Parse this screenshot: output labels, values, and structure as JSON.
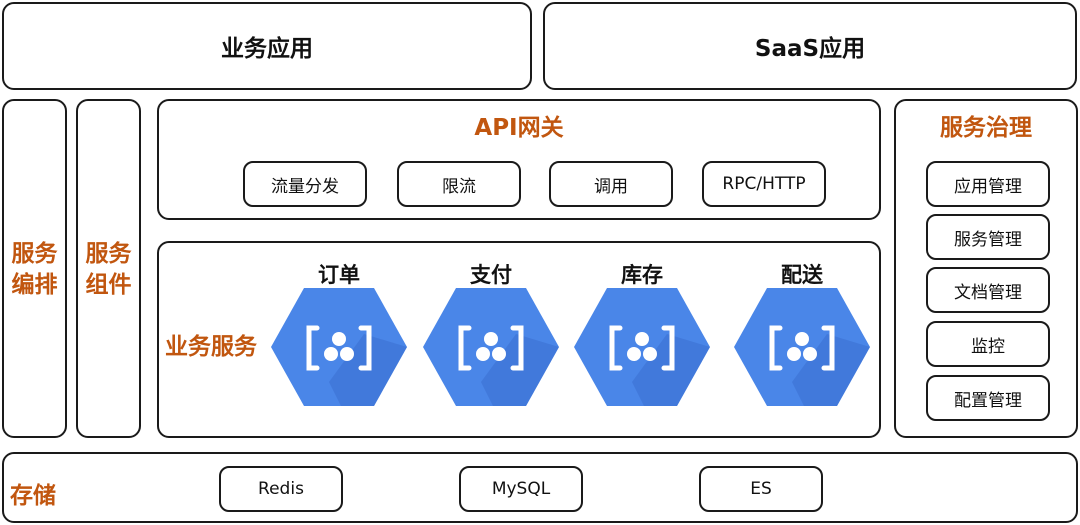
{
  "top": {
    "business_apps": "业务应用",
    "saas_apps": "SaaS应用"
  },
  "left": {
    "orchestration": [
      "服务",
      "编排"
    ],
    "components": [
      "服务",
      "组件"
    ]
  },
  "gateway": {
    "title": "API网关",
    "items": [
      "流量分发",
      "限流",
      "调用",
      "RPC/HTTP"
    ]
  },
  "business_services": {
    "label": "业务服务",
    "services": [
      {
        "name": "订单",
        "icon": "microservice-hexagon-icon"
      },
      {
        "name": "支付",
        "icon": "microservice-hexagon-icon"
      },
      {
        "name": "库存",
        "icon": "microservice-hexagon-icon"
      },
      {
        "name": "配送",
        "icon": "microservice-hexagon-icon"
      }
    ]
  },
  "governance": {
    "title": "服务治理",
    "items": [
      "应用管理",
      "服务管理",
      "文档管理",
      "监控",
      "配置管理"
    ]
  },
  "storage": {
    "label": "存储",
    "items": [
      "Redis",
      "MySQL",
      "ES"
    ]
  },
  "colors": {
    "accent": "#c1560f",
    "hex_blue": "#4a86e8",
    "hex_shadow": "#3b6fd0"
  }
}
